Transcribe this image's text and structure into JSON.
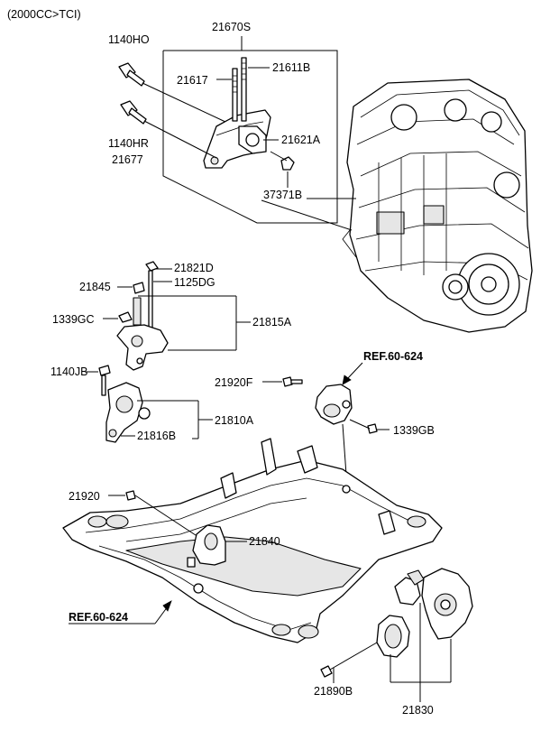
{
  "header": {
    "variant": "(2000CC>TCI)"
  },
  "labels": {
    "p21670S": "21670S",
    "p1140HO": "1140HO",
    "p21617": "21617",
    "p21611B": "21611B",
    "p21621A": "21621A",
    "p1140HR": "1140HR",
    "p21677": "21677",
    "p37371B": "37371B",
    "p21821D": "21821D",
    "p1125DG": "1125DG",
    "p21845": "21845",
    "p1339GC": "1339GC",
    "p21815A": "21815A",
    "p1140JB": "1140JB",
    "p21810A": "21810A",
    "p21816B": "21816B",
    "p21920F": "21920F",
    "p1339GB": "1339GB",
    "p21920": "21920",
    "p21840": "21840",
    "p21890B": "21890B",
    "p21830": "21830"
  },
  "refs": {
    "ref_top": "REF.60-624",
    "ref_bottom": "REF.60-624"
  }
}
